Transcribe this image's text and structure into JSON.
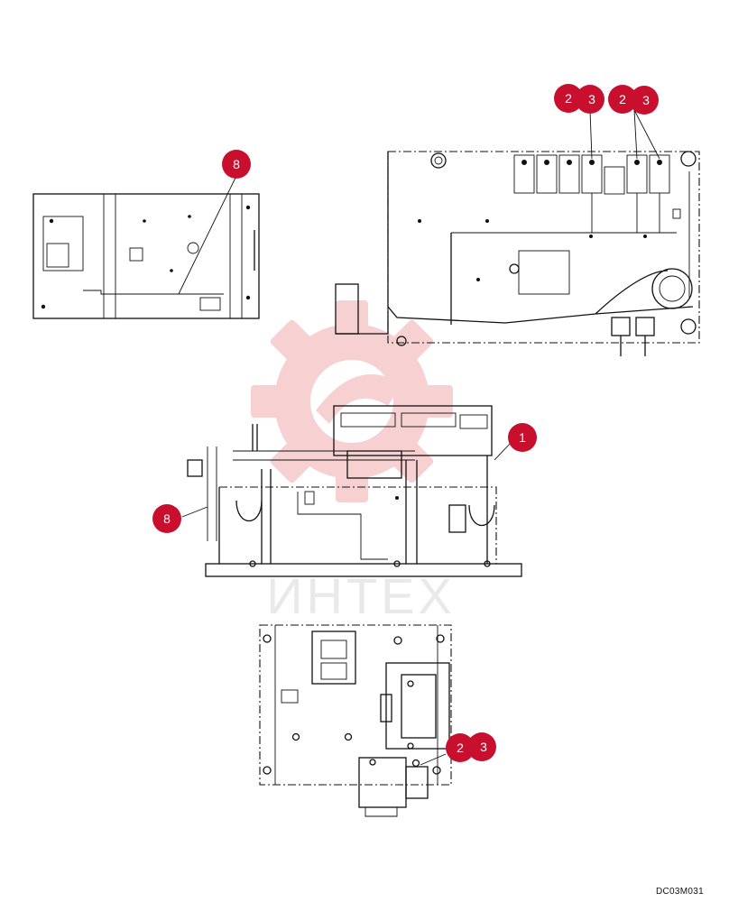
{
  "watermark_text": "ИНТЕХ",
  "drawing_id": "DC03M031",
  "callout_color": "#c8102e",
  "watermark_color": "#ef9a9a",
  "callouts": [
    {
      "id": "c-2-a",
      "label": "2"
    },
    {
      "id": "c-3-a",
      "label": "3"
    },
    {
      "id": "c-2-b",
      "label": "2"
    },
    {
      "id": "c-3-b",
      "label": "3"
    },
    {
      "id": "c-8-a",
      "label": "8"
    },
    {
      "id": "c-1",
      "label": "1"
    },
    {
      "id": "c-8-b",
      "label": "8"
    },
    {
      "id": "c-2-c",
      "label": "2"
    },
    {
      "id": "c-3-c",
      "label": "3"
    }
  ]
}
